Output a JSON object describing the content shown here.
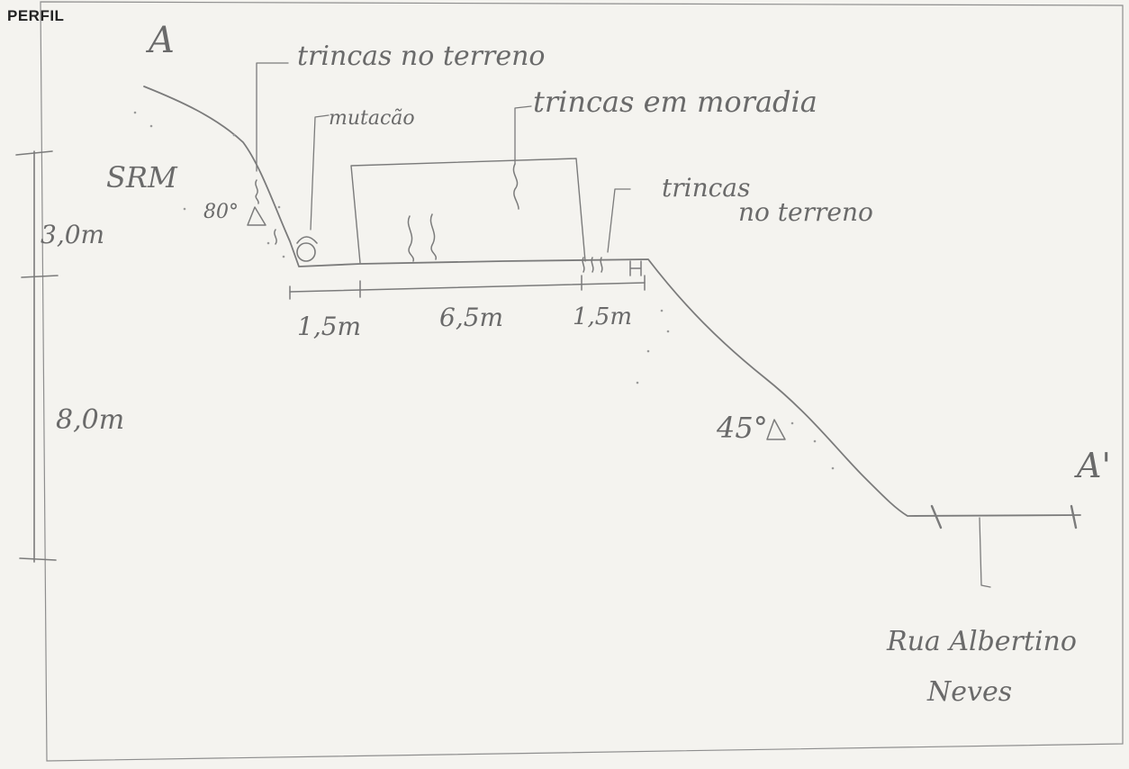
{
  "title": "PERFIL",
  "section": {
    "start": "A",
    "end": "A'"
  },
  "labels": {
    "srm": "SRM",
    "slope_left": "80°",
    "slope_right": "45°",
    "annot_trincas_terreno_top": "trincas no terreno",
    "annot_moradia": "trincas em moradia",
    "annot_mutacao": "mutacão",
    "annot_trincas_terreno_right": "trincas",
    "annot_trincas_terreno_right_2": "no terreno",
    "street_line1": "Rua Albertino",
    "street_line2": "Neves"
  },
  "dimensions": {
    "height_top": "3,0m",
    "height_bottom": "8,0m",
    "width_left": "1,5m",
    "width_house": "6,5m",
    "width_right": "1,5m"
  }
}
